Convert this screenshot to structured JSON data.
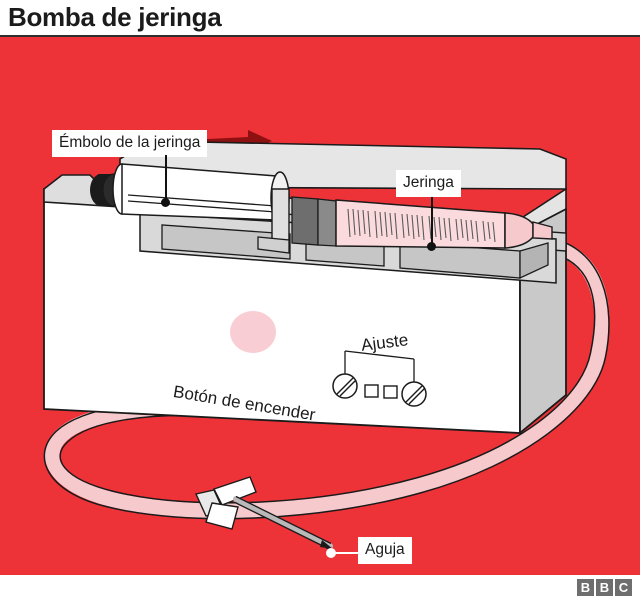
{
  "header": {
    "title": "Bomba de jeringa"
  },
  "illustration": {
    "alt_name": "syringe-pump-diagram",
    "colors": {
      "background_red": "#ee3338",
      "arrow_dark_red": "#8f1010",
      "tube_pink": "#f6c9cd",
      "fluid_pink": "#fadadd",
      "device_white": "#ffffff",
      "device_grey": "#c9c9c9",
      "outline": "#1b1b1b"
    },
    "labels": {
      "plunger": "Émbolo de la jeringa",
      "syringe": "Jeringa",
      "needle": "Aguja",
      "power_button": "Botón de encender",
      "adjust": "Ajuste"
    },
    "parts": [
      "syringe-plunger",
      "syringe-barrel",
      "pump-body",
      "tubing",
      "butterfly-needle",
      "power-button",
      "adjust-dials"
    ]
  },
  "footer": {
    "logo_letters": [
      "B",
      "B",
      "C"
    ]
  }
}
